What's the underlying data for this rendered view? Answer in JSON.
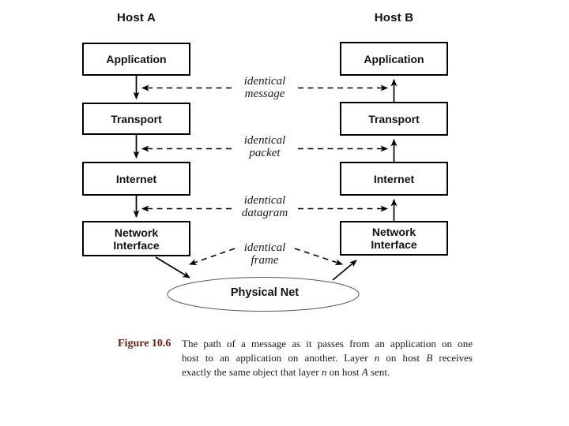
{
  "slide": {
    "host_a": {
      "title": "Host A",
      "layers": [
        "Application",
        "Transport",
        "Internet",
        "Network Interface"
      ]
    },
    "host_b": {
      "title": "Host B",
      "layers": [
        "Application",
        "Transport",
        "Internet",
        "Network Interface"
      ]
    },
    "links": [
      {
        "label": "identical\nmessage"
      },
      {
        "label": "identical\npacket"
      },
      {
        "label": "identical\ndatagram"
      },
      {
        "label": "identical\nframe"
      }
    ],
    "physical_net_label": "Physical Net",
    "caption": {
      "figure_label": "Figure 10.6",
      "line1": "The path of a message as it passes from an application on one",
      "line2_parts": {
        "t1": "host to an application on another.  Layer ",
        "i1": "n",
        "t2": " on host ",
        "i2": "B",
        "t3": " receives"
      },
      "line3_parts": {
        "t1": "exactly the same object that layer ",
        "i1": "n",
        "t2": " on host ",
        "i2": "A",
        "t3": " sent."
      }
    },
    "colors": {
      "figure_label": "#6b2218",
      "ink": "#000000",
      "background": "#ffffff"
    }
  }
}
